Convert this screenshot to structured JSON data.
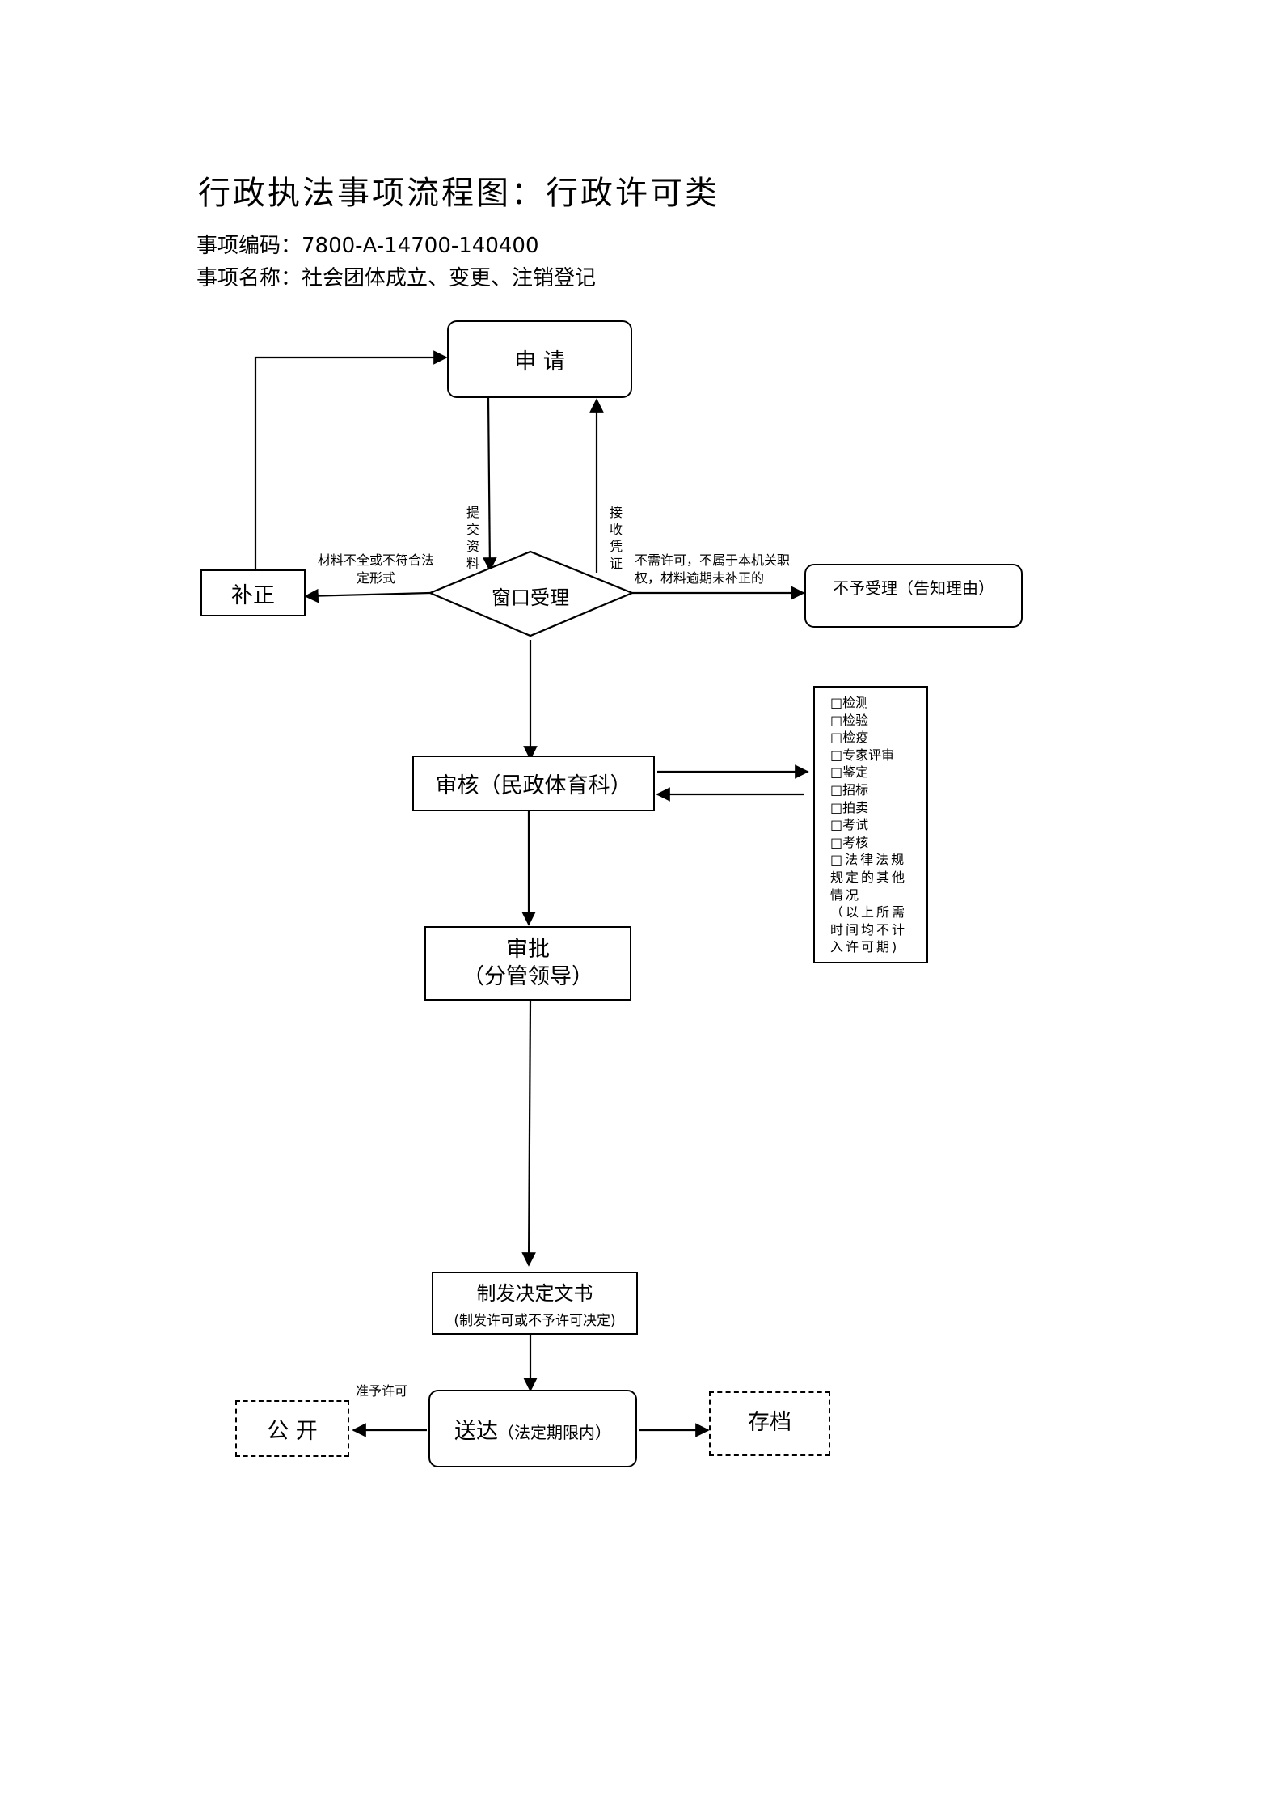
{
  "header": {
    "title": "行政执法事项流程图：行政许可类",
    "code_line": "事项编码：7800-A-14700-140400",
    "name_line": "事项名称：社会团体成立、变更、注销登记"
  },
  "nodes": {
    "apply": "申 请",
    "window": "窗口受理",
    "correction": "补正",
    "reject": "不予受理（告知理由）",
    "review": "审核（民政体育科）",
    "approve_title": "审批",
    "approve_sub": "（分管领导）",
    "decision_title": "制发决定文书",
    "decision_sub": "(制发许可或不予许可决定)",
    "deliver_main": "送达",
    "deliver_sub": "（法定期限内）",
    "publish": "公 开",
    "archive": "存档"
  },
  "edge_labels": {
    "submit": "提交资料",
    "receipt": "接收凭证",
    "incomplete": "材料不全或不符合法定形式",
    "no_permit": "不需许可，不属于本机关职权，材料逾期未补正的",
    "grant": "准予许可"
  },
  "checklist": {
    "items": [
      "□检测",
      "□检验",
      "□检疫",
      "□专家评审",
      "□鉴定",
      "□招标",
      "□拍卖",
      "□考试",
      "□考核",
      "□法律法规规定的其他情况"
    ],
    "note": "（以上所需时间均不计入许可期)"
  }
}
